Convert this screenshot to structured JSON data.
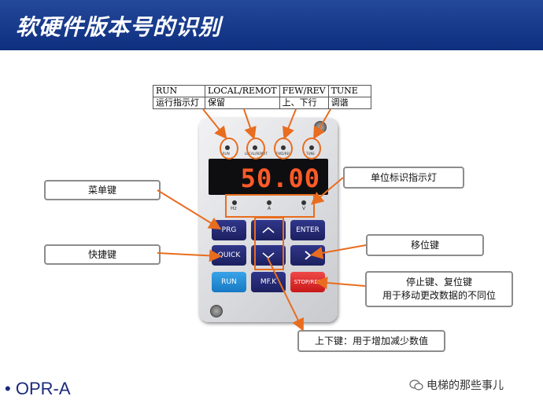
{
  "header": {
    "title": "软硬件版本号的识别"
  },
  "table": {
    "headers": [
      "RUN",
      "LOCAL/REMOT",
      "FEW/REV",
      "TUNE"
    ],
    "values": [
      "运行指示灯",
      "保留",
      "上、下行",
      "调谐"
    ]
  },
  "device": {
    "display_value": "50.00",
    "keys": {
      "prg": "PRG",
      "enter": "ENTER",
      "quick": "QUICK",
      "run": "RUN",
      "mfk": "MF.K",
      "stop": "STOP/RES"
    },
    "unit_labels": [
      "Hz",
      "A",
      "V"
    ],
    "indicator_labels": [
      "RUN",
      "LOCAL/REMOT",
      "FWD/REV",
      "TUNE"
    ]
  },
  "callouts": {
    "menu_key": "菜单键",
    "quick_key": "快捷键",
    "unit_indicator": "单位标识指示灯",
    "shift_key": "移位键",
    "stop_key_line1": "停止键、复位键",
    "stop_key_line2": "用于移动更改数据的不同位",
    "updown_key": "上下键：用于增加减少数值"
  },
  "footer": {
    "bullet_text": "OPR-A",
    "watermark": "电梯的那些事儿"
  },
  "colors": {
    "header_bg": "#1a3c8c",
    "arrow": "#e86d1f",
    "callout_border": "#8c8c8c",
    "display_digits": "#ff5a28"
  }
}
